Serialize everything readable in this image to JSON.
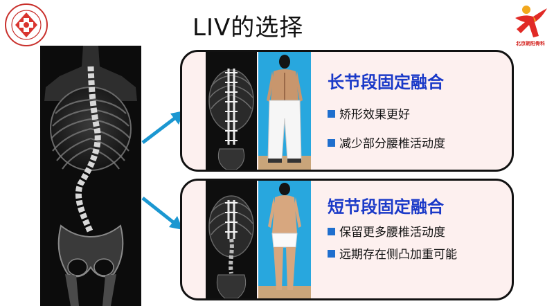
{
  "slide": {
    "title": "LIV的选择"
  },
  "panels": [
    {
      "title": "长节段固定融合",
      "bullets": [
        "矫形效果更好",
        "减少部分腰椎活动度"
      ]
    },
    {
      "title": "短节段固定融合",
      "bullets": [
        "保留更多腰椎活动度",
        "远期存在侧凸加重可能"
      ]
    }
  ],
  "logos": {
    "right_caption": "北京朝阳骨科"
  },
  "colors": {
    "panel_title": "#1a39c8",
    "bullet_square": "#1f6fce",
    "arrow": "#1b97d1",
    "panel_fill": "#fdf0ef",
    "logo_red": "#d4201c"
  },
  "icons": {
    "left_logo": "hospital-seal-icon",
    "right_logo": "orthopedics-figure-logo"
  }
}
